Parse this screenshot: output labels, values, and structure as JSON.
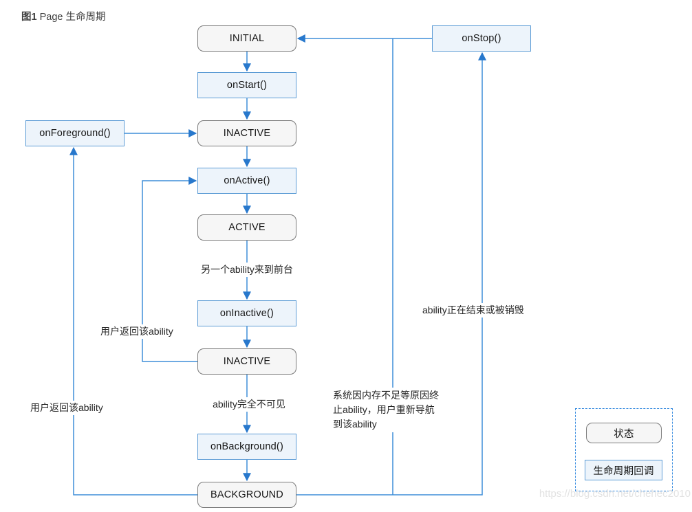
{
  "title": {
    "figure": "图1",
    "text": " Page 生命周期"
  },
  "nodes": {
    "initial": {
      "label": "INITIAL",
      "type": "state"
    },
    "on_start": {
      "label": "onStart()",
      "type": "callback"
    },
    "inactive_top": {
      "label": "INACTIVE",
      "type": "state"
    },
    "on_active": {
      "label": "onActive()",
      "type": "callback"
    },
    "active": {
      "label": "ACTIVE",
      "type": "state"
    },
    "on_inactive": {
      "label": "onInactive()",
      "type": "callback"
    },
    "inactive_bottom": {
      "label": "INACTIVE",
      "type": "state"
    },
    "on_background": {
      "label": "onBackground()",
      "type": "callback"
    },
    "background": {
      "label": "BACKGROUND",
      "type": "state"
    },
    "on_foreground": {
      "label": "onForeground()",
      "type": "callback"
    },
    "on_stop": {
      "label": "onStop()",
      "type": "callback"
    }
  },
  "edge_labels": {
    "another_ability_to_foreground": "另一个ability来到前台",
    "user_returns_ability_mid": "用户返回该ability",
    "ability_fully_invisible": "ability完全不可见",
    "user_returns_ability_left": "用户返回该ability",
    "system_terminates_ability": "系统因内存不足等原因终\n止ability，用户重新导航\n到该ability",
    "ability_ending_or_destroyed": "ability正在结束或被销毁"
  },
  "legend": {
    "state_label": "状态",
    "callback_label": "生命周期回调"
  },
  "watermark": "https://blog.csdn.net/chehec2010",
  "colors": {
    "connector_blue": "#3e8ed9",
    "arrowhead_blue": "#2878cc",
    "callback_border": "#5b9bd5",
    "callback_fill": "#edf4fb",
    "state_border": "#7a7a7a",
    "state_fill": "#f6f6f6",
    "legend_dashed_border": "#2e86de",
    "watermark_gray": "#e2e2e2"
  }
}
